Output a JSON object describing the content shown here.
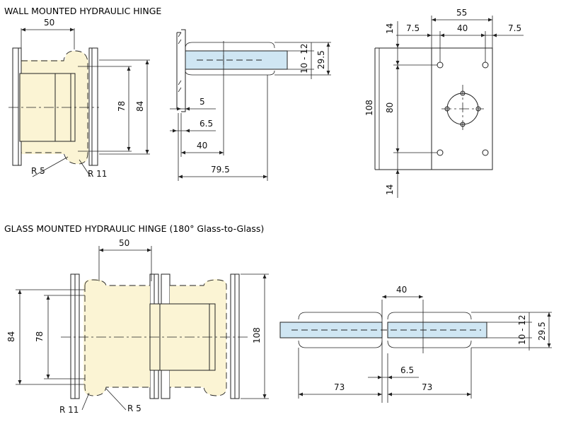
{
  "titles": {
    "wall": "WALL MOUNTED HYDRAULIC HINGE",
    "glass": "GLASS MOUNTED HYDRAULIC HINGE (180° Glass-to-Glass)"
  },
  "wall_front": {
    "width": "50",
    "h78": "78",
    "h84": "84",
    "r5": "R 5",
    "r11": "R 11"
  },
  "wall_side": {
    "glass_thk": "10 - 12",
    "depth": "29.5",
    "d5": "5",
    "d65": "6.5",
    "d40": "40",
    "d795": "79.5"
  },
  "wall_plate": {
    "w55": "55",
    "d75a": "7.5",
    "d40": "40",
    "d75b": "7.5",
    "h108": "108",
    "h80": "80",
    "d14a": "14",
    "d14b": "14"
  },
  "glass_front": {
    "width": "50",
    "h84": "84",
    "h78": "78",
    "h108": "108",
    "r11": "R 11",
    "r5": "R 5"
  },
  "glass_side": {
    "d40": "40",
    "glass_thk": "10 - 12",
    "depth": "29.5",
    "d65": "6.5",
    "d73a": "73",
    "d73b": "73"
  }
}
